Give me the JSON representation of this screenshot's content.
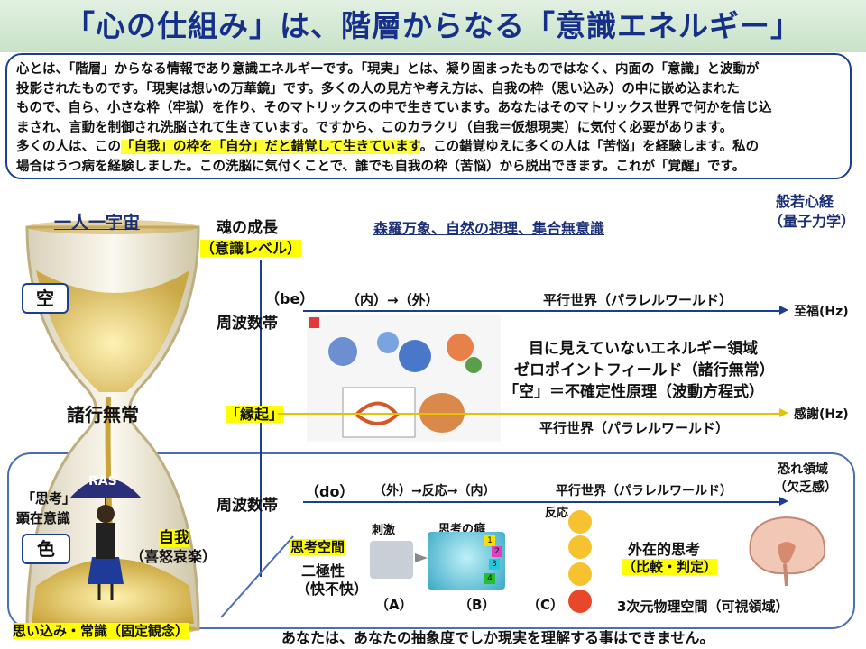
{
  "title": "「心の仕組み」は、階層からなる「意識エネルギー」",
  "intro": {
    "line1": "心とは、「階層」からなる情報であり意識エネルギーです。「現実」とは、凝り固まったものではなく、内面の「意識」と波動が",
    "line2": "投影されたものです。「現実は想いの万華鏡」です。多くの人の見方や考え方は、自我の枠（思い込み）の中に嵌め込まれた",
    "line3": "もので、自ら、小さな枠（牢獄）を作り、そのマトリックスの中で生きています。あなたはそのマトリックス世界で何かを信じ込",
    "line4": "まされ、言動を制御され洗脳されて生きています。ですから、このカラクリ（自我＝仮想現実）に気付く必要があります。",
    "line5a": "多くの人は、この",
    "line5b": "「自我」の枠を「自分」だと錯覚して生きています",
    "line5c": "。この錯覚ゆえに多くの人は「苦悩」を経験します。私の",
    "line6": "場合はうつ病を経験しました。この洗脳に気付くことで、誰でも自我の枠（苦悩）から脱出できます。これが「覚醒」です。"
  },
  "left": {
    "universe": "一人一宇宙",
    "ku": "空",
    "shogyo": "諸行無常",
    "shiko": "「思考」",
    "kenzai": "顕在意識",
    "ras": "RAS",
    "shiki": "色",
    "jiga": "自我",
    "kidoairaku": "（喜怒哀楽）",
    "omoikomi": "思い込み・常識（固定観念）"
  },
  "axis": {
    "soul": "魂の成長",
    "level": "（意識レベル）",
    "shuha_top": "周波数帯",
    "engi": "「縁起」",
    "shuha_bottom": "周波数帯"
  },
  "top": {
    "shinra": "森羅万象、自然の摂理、集合無意識",
    "hannya": "般若心経",
    "ryoshi": "（量子力学）",
    "be": "（be）",
    "uchi_soto": "（内）→（外）",
    "parallel1": "平行世界（パラレルワールド）",
    "shifuku": "至福(Hz)",
    "me1": "目に見えていないエネルギー領域",
    "me2": "ゼロポイントフィールド（諸行無常）",
    "me3": "「空」＝不確定性原理（波動方程式）",
    "parallel2": "平行世界（パラレルワールド）",
    "kansha": "感謝(Hz)"
  },
  "bottom": {
    "osore": "恐れ領域",
    "ketsubo": "（欠乏感）",
    "do": "（do）",
    "soto_uchi": "（外）→反応→（内）",
    "parallel3": "平行世界（パラレルワールド）",
    "shiko_kukan": "思考空間",
    "nikyoku": "二極性",
    "kaifukai": "（快不快）",
    "shigeki": "刺激",
    "kuse": "思考の癖",
    "hanno": "反応",
    "a": "（A）",
    "b": "（B）",
    "c": "（C）",
    "gaizai": "外在的思考",
    "hikaku": "（比較・判定）",
    "sanjigen": "3次元物理空間（可視領域）",
    "conclusion": "あなたは、あなたの抽象度でしか現実を理解する事はできません。",
    "box_nums": [
      "1",
      "2",
      "3",
      "4"
    ]
  },
  "colors": {
    "navy": "#1b3f8f",
    "title": "#16308a",
    "highlight": "#ffff00",
    "title_bg": "#d4e8d4"
  }
}
